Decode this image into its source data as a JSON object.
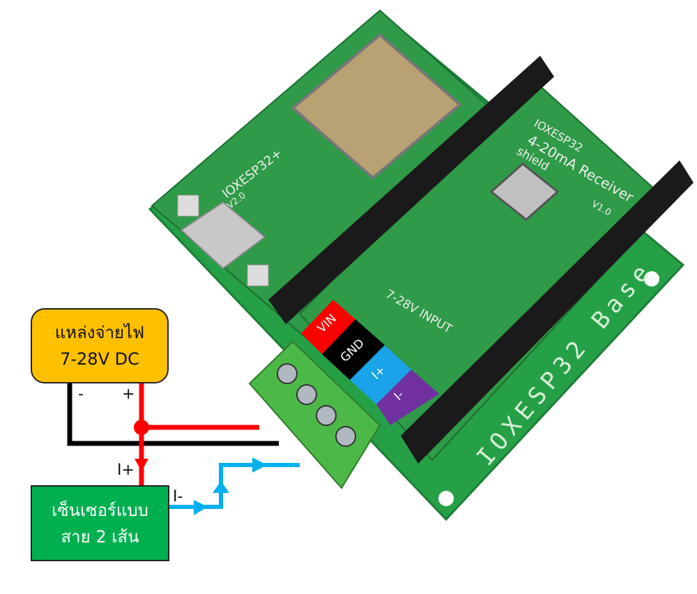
{
  "power_supply": {
    "line1": "แหล่งจ่ายไฟ",
    "line2": "7-28V DC"
  },
  "sensor": {
    "line1": "เซ็นเซอร์แบบ",
    "line2": "สาย 2 เส้น"
  },
  "wire_labels": {
    "minus": "-",
    "plus": "+",
    "i_plus": "I+",
    "i_minus": "I-"
  },
  "terminal_labels": [
    "VIN",
    "GND",
    "I+",
    "I-"
  ],
  "board": {
    "shield_title": "IOXESP32",
    "shield_sub": "4-20mA Receiver",
    "shield_word": "shield",
    "shield_version": "V1.0",
    "input_label": "7-28V INPUT",
    "esp_label": "IOXESP32+",
    "esp_version": "V2.0",
    "base_label": "IOXESP32 Base"
  },
  "colors": {
    "red": "#ff0000",
    "black": "#000000",
    "blue": "#00b0f0",
    "pcb": "#2e9e4a",
    "terminal": "#4cb848",
    "vin": "#ff0000",
    "gnd": "#000000",
    "iplus": "#1aa3e8",
    "iminus": "#7030a0"
  }
}
